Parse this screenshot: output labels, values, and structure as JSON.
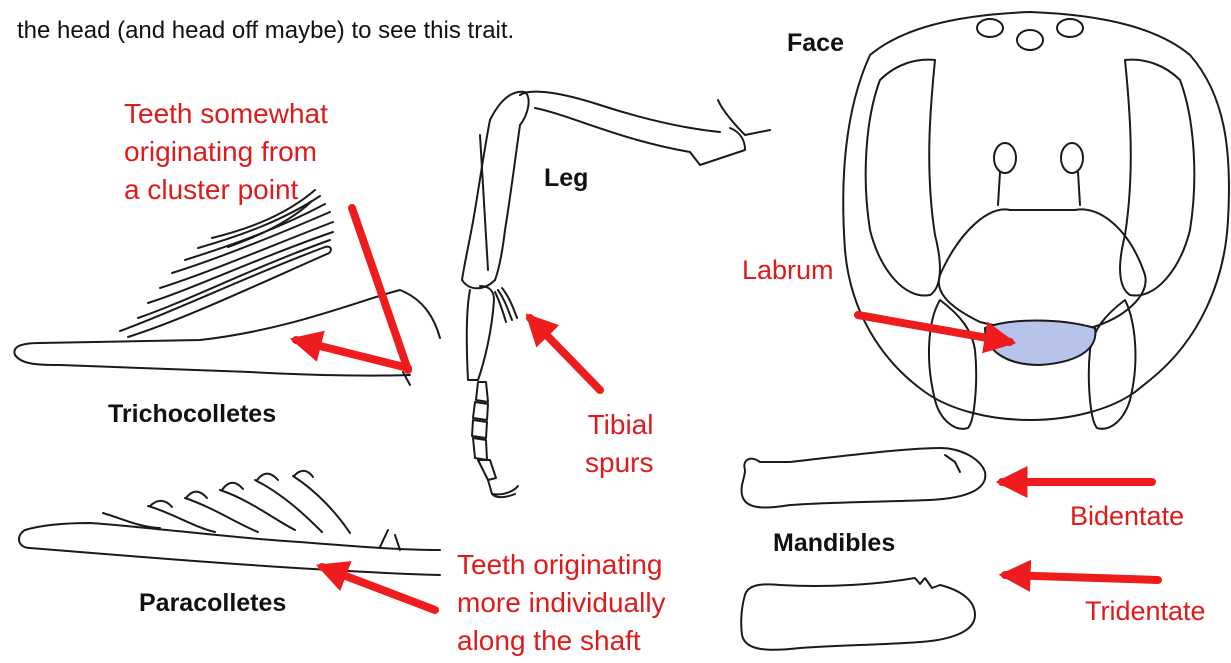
{
  "header_text": "the head (and head off maybe) to see this trait.",
  "labels": {
    "face": "Face",
    "leg": "Leg",
    "trichocolletes": "Trichocolletes",
    "paracolletes": "Paracolletes",
    "mandibles": "Mandibles"
  },
  "annotations": {
    "cluster_teeth": [
      "Teeth somewhat",
      "originating from",
      "a cluster point"
    ],
    "individual_teeth": [
      "Teeth originating",
      "more individually",
      "along the shaft"
    ],
    "tibial_spurs": [
      "Tibial",
      "spurs"
    ],
    "labrum": "Labrum",
    "bidentate": "Bidentate",
    "tridentate": "Tridentate"
  },
  "colors": {
    "annotation_red": "#e01a1a",
    "arrow_red": "#ee1c1c",
    "labrum_fill": "#b7c3ea",
    "line": "#1a1a1a",
    "text": "#111111"
  }
}
